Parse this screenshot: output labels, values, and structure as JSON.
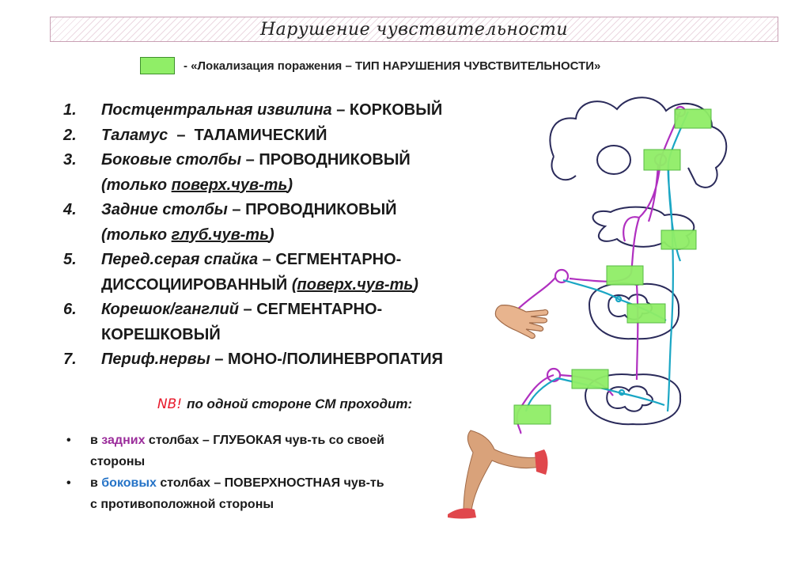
{
  "title": "Нарушение чувствительности",
  "legend": {
    "swatch_color": "#90ee67",
    "text": "- «Локализация поражения – ТИП НАРУШЕНИЯ ЧУВСТВИТЕЛЬНОСТИ»"
  },
  "items": [
    {
      "num": "1.",
      "loc": "Постцентральная извилина",
      "sep": " – ",
      "type": "КОРКОВЫЙ"
    },
    {
      "num": "2.",
      "loc": "Таламус",
      "sep": "  –  ",
      "type": "ТАЛАМИЧЕСКИЙ"
    },
    {
      "num": "3.",
      "loc": "Боковые столбы",
      "sep": " – ",
      "type": "ПРОВОДНИКОВЫЙ",
      "note_pre": "(только ",
      "note_u": "поверх.чув-ть",
      "note_post": ")"
    },
    {
      "num": "4.",
      "loc": "Задние столбы",
      "sep": " – ",
      "type": "ПРОВОДНИКОВЫЙ",
      "note_pre": "(только ",
      "note_u": "глуб.чув-ть",
      "note_post": ")"
    },
    {
      "num": "5.",
      "loc": "Перед.серая спайка",
      "sep": " – ",
      "type": "СЕГМЕНТАРНО-",
      "line2": "ДИССОЦИИРОВАННЫЙ ",
      "note_pre": "(",
      "note_u": "поверх.чув-ть",
      "note_post": ")"
    },
    {
      "num": "6.",
      "loc": "Корешок/ганглий",
      "sep": " – ",
      "type": "СЕГМЕНТАРНО-",
      "line2": "КОРЕШКОВЫЙ"
    },
    {
      "num": "7.",
      "loc": "Периф.нервы",
      "sep": " – ",
      "type": "МОНО-/ПОЛИНЕВРОПАТИЯ"
    }
  ],
  "nb": {
    "mark": "NB!",
    "text": "по одной стороне СМ проходит:"
  },
  "bullets": [
    {
      "pre": "в ",
      "colored": "задних",
      "post": " столбах – ГЛУБОКАЯ чув-ть со своей",
      "line2": "стороны",
      "color": "#9b2d9b"
    },
    {
      "pre": "в ",
      "colored": "боковых",
      "post": " столбах – ПОВЕРХНОСТНАЯ чув-ть",
      "line2": "с противоположной стороны",
      "color": "#2573c7"
    }
  ],
  "colors": {
    "deep_pathway": "#b030c0",
    "superficial_pathway": "#1aa6c4",
    "lesion_marker": "#90ee67",
    "outline": "#2a2a5a"
  }
}
